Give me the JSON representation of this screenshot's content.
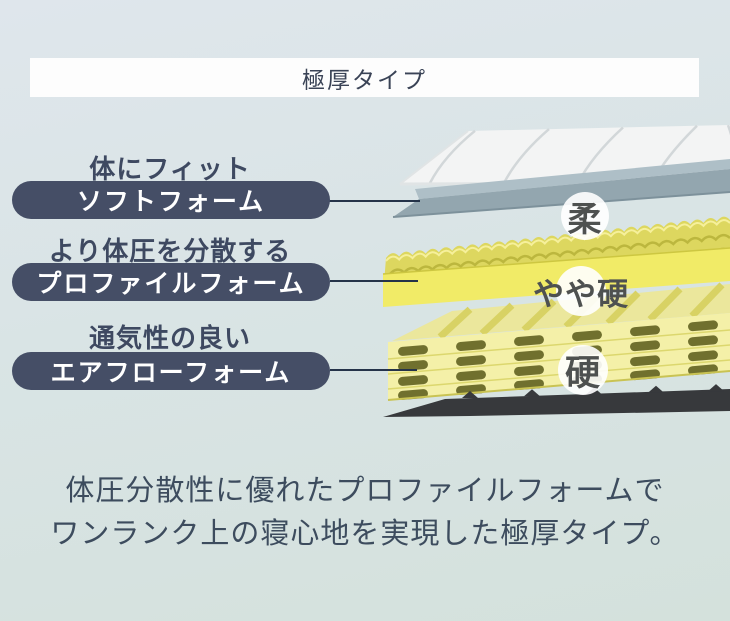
{
  "banner": {
    "title": "極厚タイプ"
  },
  "layers": [
    {
      "heading": "体にフィット",
      "pill_label": "ソフトフォーム",
      "firmness": "柔"
    },
    {
      "heading": "より体圧を分散する",
      "pill_label": "プロファイルフォーム",
      "firmness": "やや硬"
    },
    {
      "heading": "通気性の良い",
      "pill_label": "エアフローフォーム",
      "firmness": "硬"
    }
  ],
  "caption": {
    "line1": "体圧分散性に優れたプロファイルフォームで",
    "line2": "ワンランク上の寝心地を実現した極厚タイプ。"
  },
  "colors": {
    "background_top": "#dfe6ec",
    "background_bottom": "#d4e1dc",
    "banner_bg": "#fdfdfd",
    "banner_text": "#3a4356",
    "heading_text": "#3e4961",
    "pill_bg": "#454e66",
    "pill_text": "#ffffff",
    "connector": "#253349",
    "badge_bg": "#ffffff",
    "badge_text": "#4e5150",
    "caption_text": "#3d4c5e",
    "illustration": {
      "cover": "#f3f4f4",
      "cover_seam": "#d2d7d9",
      "cover_edge": "#e0e4e5",
      "soft_foam_top": "#aebfc7",
      "soft_foam_front": "#93a6af",
      "soft_foam_edge": "#7d919b",
      "profile_mass": "#ddd75f",
      "profile_shadow": "#bcb73e",
      "profile_highlight": "#f6f09b",
      "profile_front": "#f1eb67",
      "profile_front_edge": "#cdc741",
      "airflow_top": "#ebe79c",
      "airflow_stripe": "#d8d264",
      "airflow_front": "#f4f0a8",
      "airflow_crease": "#dcd76e",
      "airflow_slit": "#70702e",
      "airflow_bottom_edge": "#c9c353",
      "base": "#37393c"
    }
  }
}
